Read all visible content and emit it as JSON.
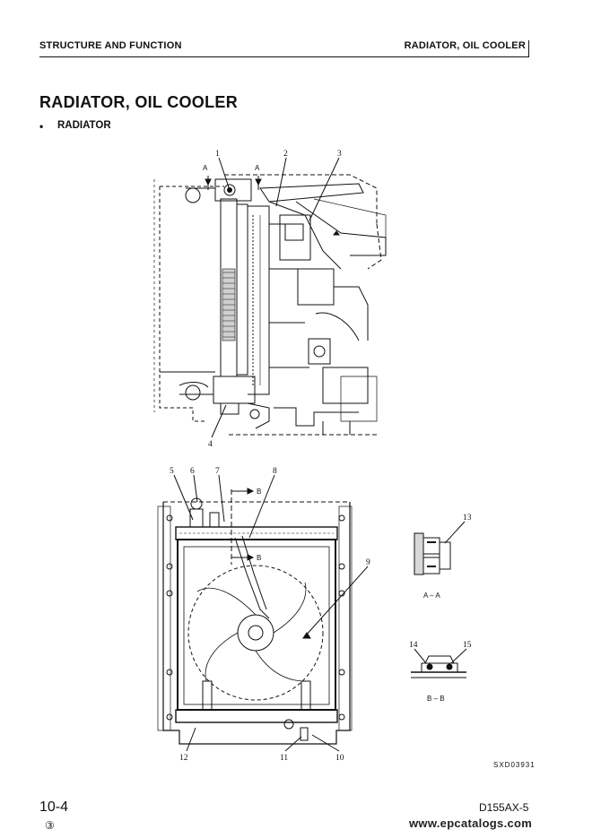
{
  "header": {
    "left": "STRUCTURE AND FUNCTION",
    "right": "RADIATOR, OIL COOLER"
  },
  "title": "RADIATOR, OIL COOLER",
  "section": {
    "bullet": "•",
    "label": "RADIATOR"
  },
  "callouts": {
    "n1": "1",
    "n2": "2",
    "n3": "3",
    "n4": "4",
    "n5": "5",
    "n6": "6",
    "n7": "7",
    "n8": "8",
    "n9": "9",
    "n10": "10",
    "n11": "11",
    "n12": "12",
    "n13": "13",
    "n14": "14",
    "n15": "15",
    "a": "A",
    "b": "B"
  },
  "section_views": {
    "aa": "A – A",
    "bb": "B – B"
  },
  "figure_code": "SXD03931",
  "footer": {
    "page": "10-4",
    "revision": "③",
    "model": "D155AX-5",
    "watermark": "www.epcatalogs.com"
  }
}
